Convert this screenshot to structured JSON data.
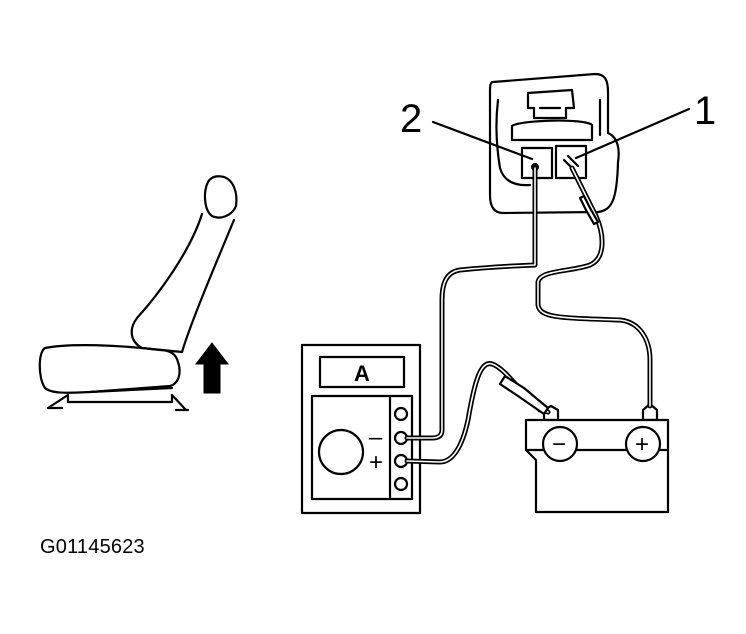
{
  "figure_code": "G01145623",
  "connector": {
    "terminal_label_1": "1",
    "terminal_label_2": "2"
  },
  "ammeter": {
    "display_label": "A",
    "minus_symbol": "–",
    "plus_symbol": "+"
  },
  "battery": {
    "minus_symbol": "−",
    "plus_symbol": "+"
  }
}
